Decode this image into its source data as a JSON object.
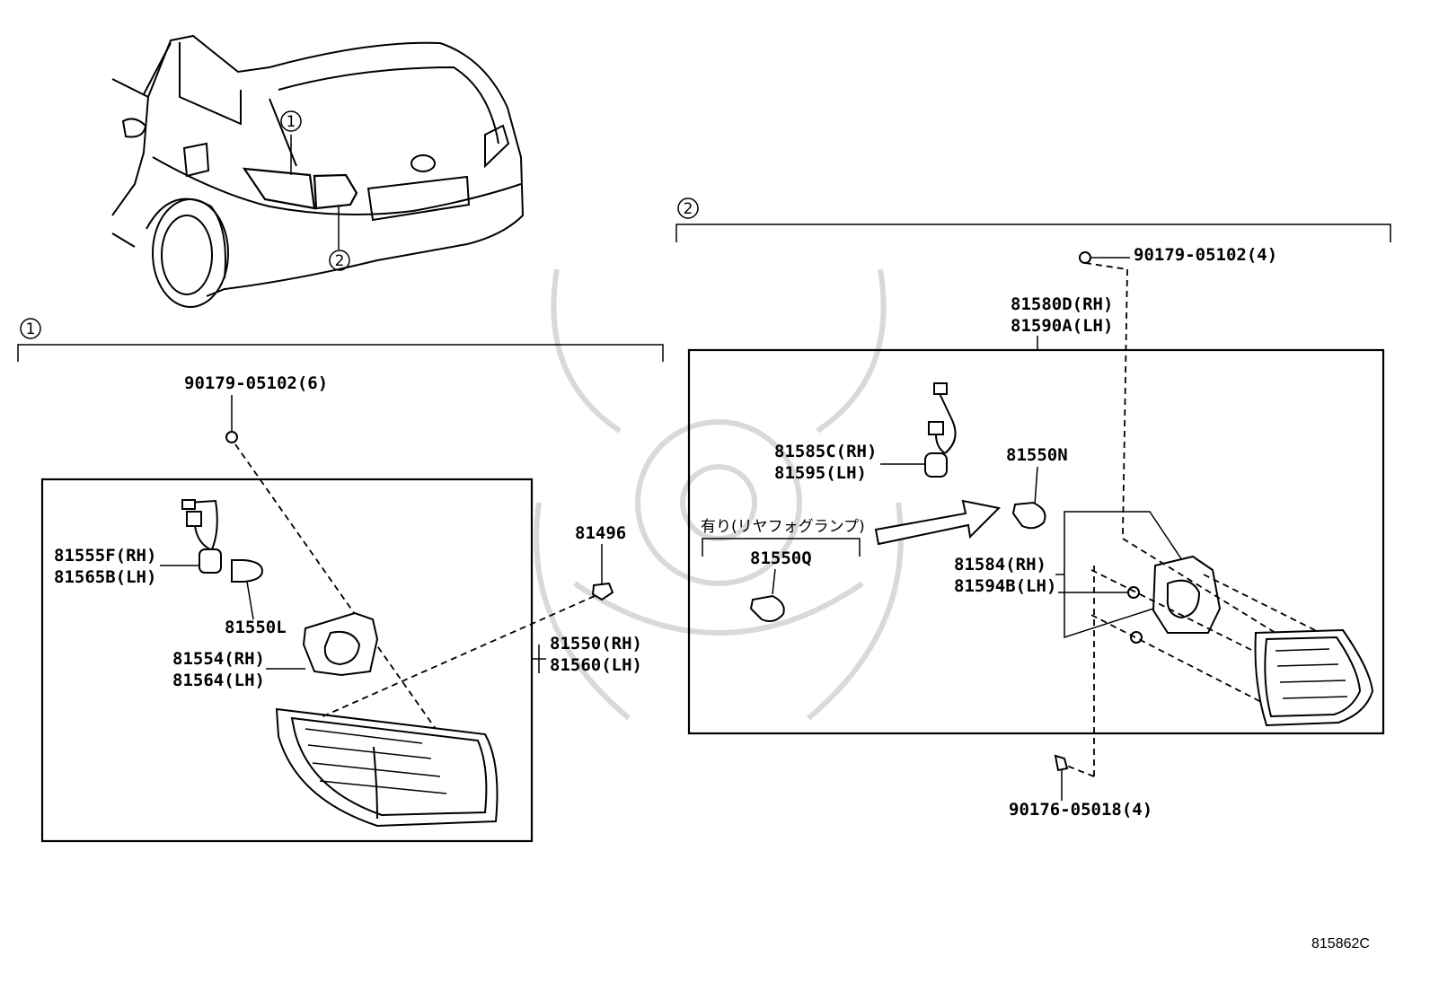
{
  "callouts": {
    "one": "1",
    "two": "2"
  },
  "group1": {
    "clip_screw": "90179-05102(6)",
    "socket": [
      "81555F(RH)",
      "81565B(LH)"
    ],
    "bulb": "81550L",
    "gasket": [
      "81554(RH)",
      "81564(LH)"
    ],
    "nut": "81496",
    "lamp": [
      "81550(RH)",
      "81560(LH)"
    ]
  },
  "group2": {
    "screw_top": "90179-05102(4)",
    "assembly": [
      "81580D(RH)",
      "81590A(LH)"
    ],
    "socket": [
      "81585C(RH)",
      "81595(LH)"
    ],
    "bulb_main": "81550N",
    "option_note": "有り(リヤフォグランプ)",
    "bulb_fog": "81550Q",
    "gasket": [
      "81584(RH)",
      "81594B(LH)"
    ],
    "screw_bottom": "90176-05018(4)"
  },
  "diagram_code": "815862C"
}
